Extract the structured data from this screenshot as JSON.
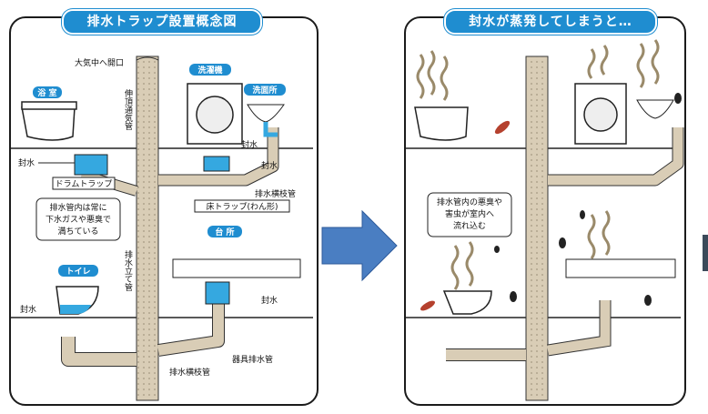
{
  "titles": {
    "left": "排水トラップ設置概念図",
    "right": "封水が蒸発してしまうと…"
  },
  "labels": {
    "vent_open": "大気中へ開口",
    "vent_pipe": "伸頂通気管",
    "bath": "浴 室",
    "washer": "洗濯機",
    "wash_basin": "洗面所",
    "seal_bath": "封水",
    "drum_trap": "ドラムトラップ",
    "seal_washer": "封水",
    "seal_basin": "封水",
    "floor_trap": "床トラップ(わん形)",
    "branch_pipe_upper": "排水横枝管",
    "note_left": [
      "排水管内は常に",
      "下水ガスや悪臭で",
      "満ちている"
    ],
    "stack": "排水立て管",
    "kitchen": "台 所",
    "toilet": "トイレ",
    "seal_toilet": "封水",
    "seal_kitchen": "封水",
    "fixture_pipe": "器具排水管",
    "branch_pipe_lower": "排水横枝管",
    "note_right": [
      "排水管内の悪臭や",
      "害虫が室内へ",
      "流れ込む"
    ]
  },
  "colors": {
    "accent": "#1f8dd0",
    "pipe": "#d9cdb6",
    "water": "#35a8e0",
    "arrow": "#4a7ec2"
  }
}
